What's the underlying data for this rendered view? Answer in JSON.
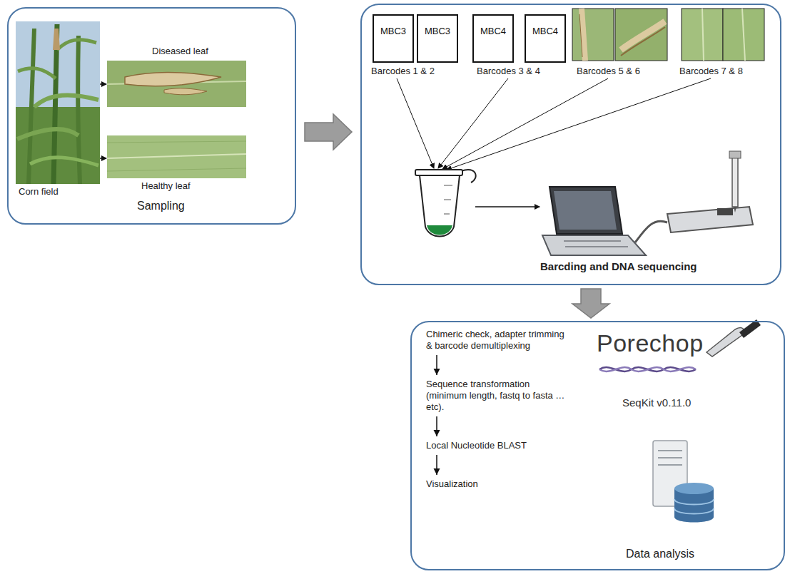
{
  "diagram": {
    "nodes": [
      {
        "text": [
          "Sampling"
        ]
      },
      {
        "text": [
          "Barcding and DNA sequencing"
        ]
      },
      {
        "text": [
          "MBC3"
        ],
        "in": 1
      },
      {
        "text": [
          "MBC3"
        ],
        "in": 1
      },
      {
        "text": [
          "MBC4"
        ],
        "in": 1
      },
      {
        "text": [
          "MBC4"
        ],
        "in": 1
      },
      {
        "text": [
          "Data analysis"
        ]
      },
      {
        "text": [
          "Chimeric check, adapter trimming & barcode demultiplexing"
        ],
        "in": 6
      },
      {
        "text": [
          "Sequence transformation (minimum length, fastq to fasta …etc)."
        ],
        "in": 6
      },
      {
        "text": [
          "Local Nucleotide BLAST"
        ],
        "in": 6
      },
      {
        "text": [
          "Visualization"
        ],
        "in": 6
      }
    ],
    "edges": [
      {
        "from": 0,
        "to": 1,
        "arrow": "to"
      },
      {
        "from": 1,
        "to": 6,
        "arrow": "to"
      },
      {
        "from": 7,
        "to": 8,
        "arrow": "to"
      },
      {
        "from": 8,
        "to": 9,
        "arrow": "to"
      },
      {
        "from": 9,
        "to": 10,
        "arrow": "to"
      }
    ],
    "labels": [
      "Corn field",
      "Diseased leaf",
      "Healthy leaf",
      "Barcodes 1 & 2",
      "Barcodes 3 & 4",
      "Barcodes 5 & 6",
      "Barcodes 7 & 8",
      "Porechop",
      "SeqKit v0.11.0"
    ]
  }
}
